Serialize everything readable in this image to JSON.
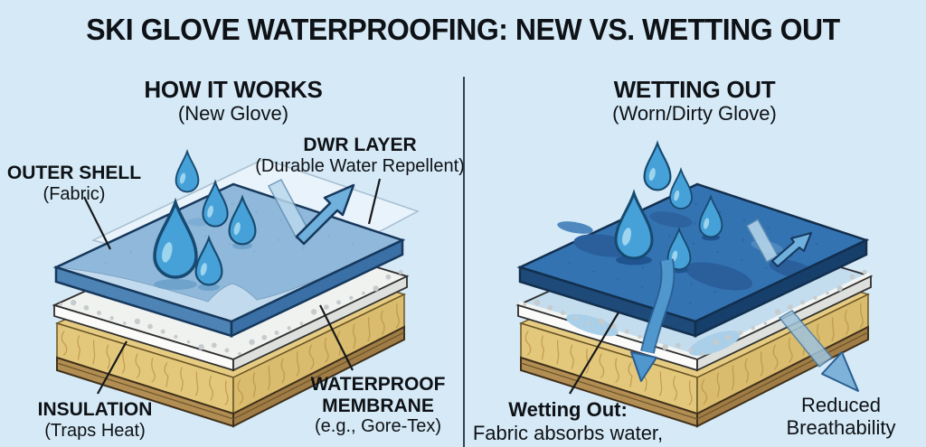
{
  "title": "SKI GLOVE WATERPROOFING: NEW VS. WETTING OUT",
  "left_panel": {
    "heading": "HOW IT WORKS",
    "subheading": "(New Glove)",
    "labels": {
      "outer_shell": {
        "line1": "OUTER SHELL",
        "line2": "(Fabric)"
      },
      "dwr": {
        "line1": "DWR LAYER",
        "line2": "(Durable Water Repellent)"
      },
      "insulation": {
        "line1": "INSULATION",
        "line2": "(Traps Heat)"
      },
      "membrane": {
        "line1": "WATERPROOF",
        "line2": "MEMBRANE",
        "line3": "(e.g., Gore-Tex)"
      }
    }
  },
  "right_panel": {
    "heading": "WETTING OUT",
    "subheading": "(Worn/Dirty Glove)",
    "labels": {
      "wetting_out": {
        "line1": "Wetting Out:",
        "line2": "Fabric absorbs water,"
      },
      "reduced_breathability": {
        "line1": "Reduced",
        "line2": "Breathability"
      }
    }
  },
  "icons": {
    "water-droplet-icon": "teardrop shape",
    "bounce-arrow-icon": "ray deflecting off surface",
    "penetration-arrow-icon": "arrow soaking downward through fabric",
    "breathability-arrow-icon": "arrow escaping down-right through layers"
  },
  "colors": {
    "background": "#d6e9f6",
    "divider": "#32424e",
    "text": "#0e1216",
    "fabric_new_top": "#8fb8da",
    "fabric_new_sheen": "#c6ddef",
    "fabric_wet_top": "#3473b2",
    "fabric_outline": "#16385c",
    "droplet": "#45a1d8",
    "membrane_white": "#f0f2f0",
    "wet_membrane": "#c3dcee",
    "insulation_yellow": "#e3c87c",
    "base_tan": "#b38e54",
    "arrow_blue": "#6fb0dd"
  }
}
